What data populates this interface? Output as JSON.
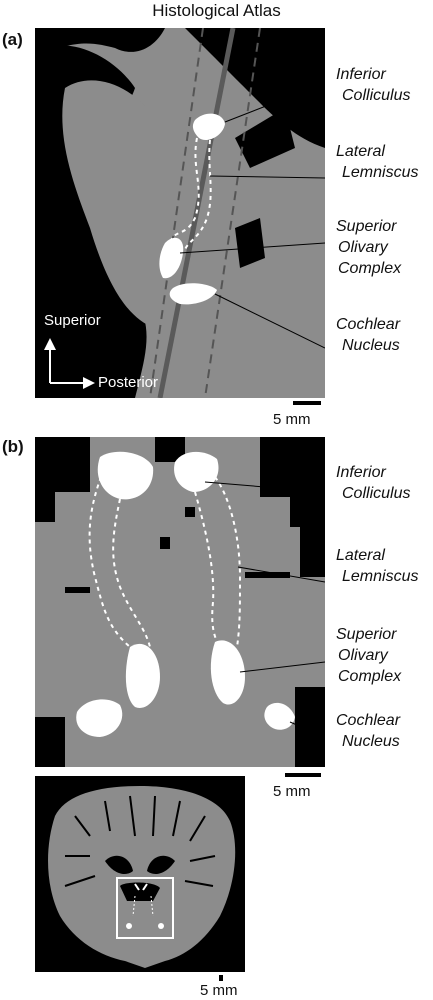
{
  "figure": {
    "title": "Histological Atlas",
    "panel_a": {
      "letter": "(a)",
      "labels": [
        {
          "line1": "Inferior",
          "line2": "Colliculus"
        },
        {
          "line1": "Lateral",
          "line2": "Lemniscus"
        },
        {
          "line1": "Superior",
          "line2": "Olivary",
          "line3": "Complex"
        },
        {
          "line1": "Cochlear",
          "line2": "Nucleus"
        }
      ],
      "orientation": {
        "vertical": "Superior",
        "horizontal": "Posterior"
      },
      "scale": "5 mm"
    },
    "panel_b": {
      "letter": "(b)",
      "labels": [
        {
          "line1": "Inferior",
          "line2": "Colliculus"
        },
        {
          "line1": "Lateral",
          "line2": "Lemniscus"
        },
        {
          "line1": "Superior",
          "line2": "Olivary",
          "line3": "Complex"
        },
        {
          "line1": "Cochlear",
          "line2": "Nucleus"
        }
      ],
      "scale": "5 mm"
    },
    "inset": {
      "scale": "5 mm"
    },
    "colors": {
      "background": "#000000",
      "tissue": "#8c8c8c",
      "structure": "#ffffff",
      "line": "#5a5a5a"
    }
  }
}
